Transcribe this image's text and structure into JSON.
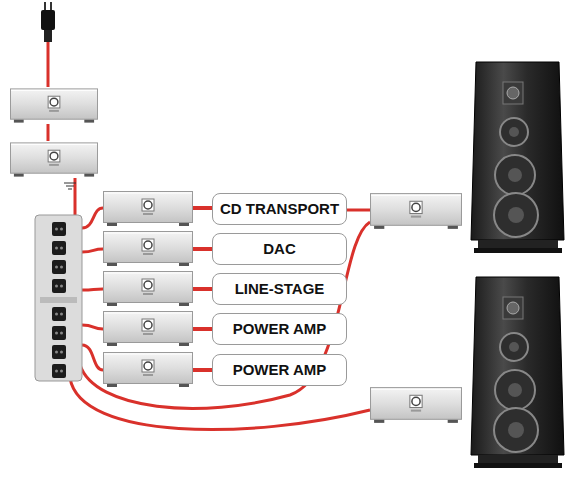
{
  "diagram": {
    "nodes": [
      {
        "text": [
          "CD TRANSPORT"
        ]
      },
      {
        "text": [
          "DAC"
        ]
      },
      {
        "text": [
          "LINE-STAGE"
        ]
      },
      {
        "text": [
          "POWER AMP"
        ]
      },
      {
        "text": [
          "POWER AMP"
        ]
      }
    ]
  }
}
